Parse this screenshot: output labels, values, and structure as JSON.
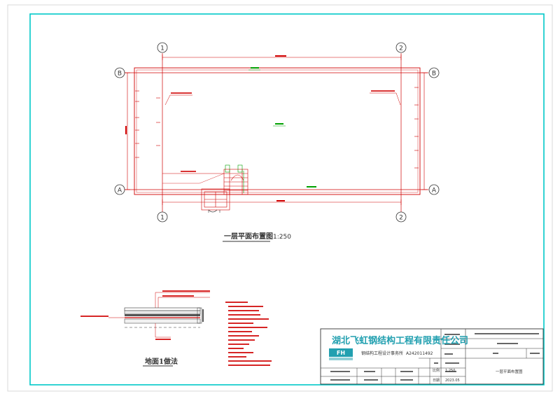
{
  "plan": {
    "title": "一层平面布置图",
    "scale": "1:250",
    "axis_top_left": "1",
    "axis_top_right": "2",
    "axis_bottom_left": "1",
    "axis_bottom_right": "2",
    "axis_left_top": "B",
    "axis_right_top": "B",
    "axis_left_bottom": "A",
    "axis_right_bottom": "A"
  },
  "section": {
    "title": "地面1做法"
  },
  "titleblock": {
    "company": "湖北飞虹钢结构工程有限责任公司",
    "dept": "钢结构工程设计事务所",
    "cert": "A242011492",
    "drawing_name": "一层平面布置图",
    "scale_label": "比例",
    "scale_value": "1:250",
    "date_label": "日期",
    "date_value": "2023.05"
  },
  "colors": {
    "frame": "#00c8c8",
    "plan": "#d00000",
    "green": "#00a000",
    "text": "#333333"
  }
}
